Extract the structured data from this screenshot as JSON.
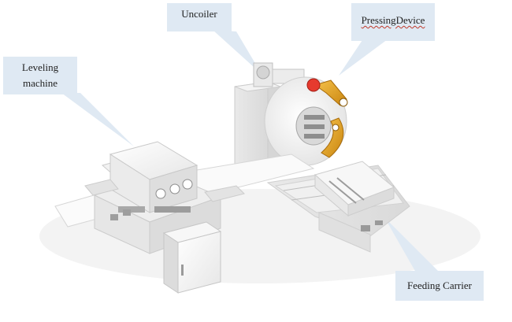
{
  "labels": {
    "uncoiler": "Uncoiler",
    "pressing_device": "PressingDevice",
    "leveling_machine_line1": "Leveling",
    "leveling_machine_line2": "machine",
    "feeding_carrier": "Feeding Carrier"
  },
  "colors": {
    "callout_bg": "#dfe9f3",
    "machine_body": "#f2f2f2",
    "machine_edge": "#cfcfcf",
    "arm_yellow": "#e5a21b",
    "accent_red": "#e63a2e"
  }
}
